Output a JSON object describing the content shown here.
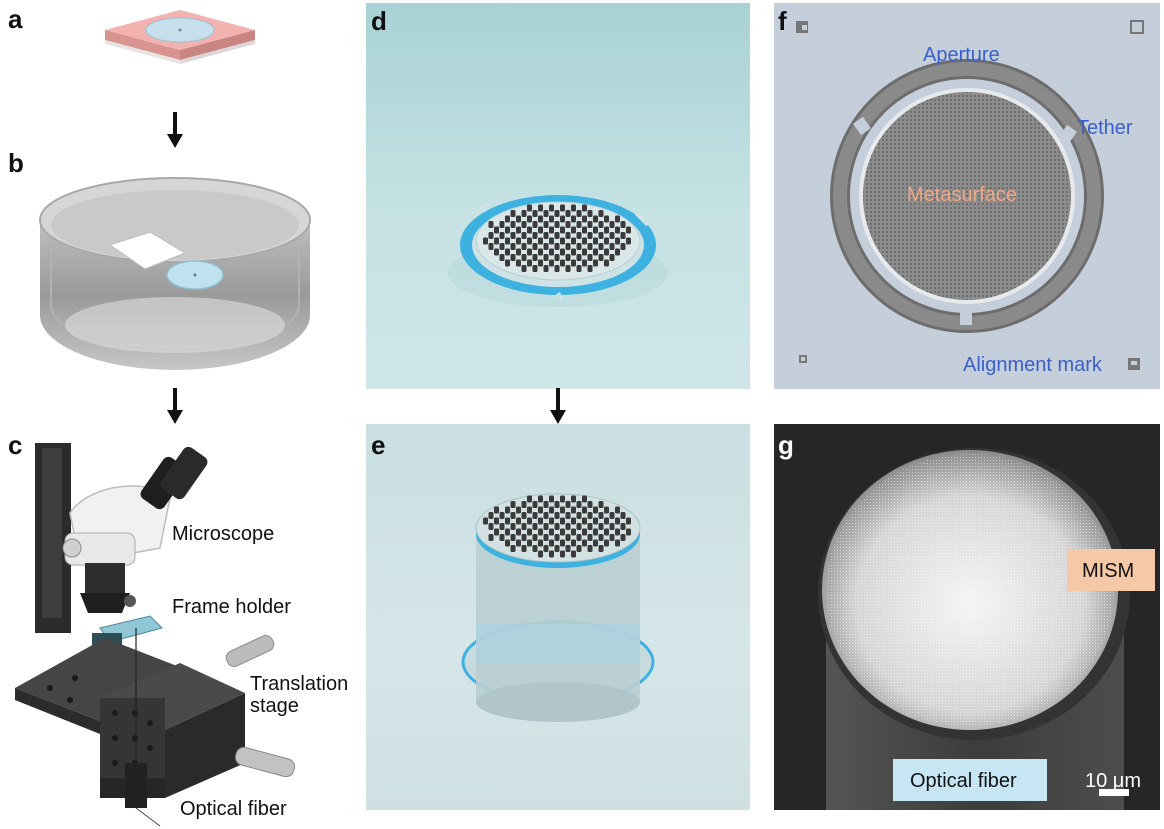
{
  "panels": {
    "a": {
      "letter": "a"
    },
    "b": {
      "letter": "b"
    },
    "c": {
      "letter": "c",
      "labels": {
        "microscope": "Microscope",
        "frame_holder": "Frame holder",
        "translation_stage": "Translation\nstage",
        "optical_fiber": "Optical fiber"
      }
    },
    "d": {
      "letter": "d"
    },
    "e": {
      "letter": "e"
    },
    "f": {
      "letter": "f",
      "labels": {
        "aperture": "Aperture",
        "tether": "Tether",
        "metasurface": "Metasurface",
        "alignment_mark": "Alignment mark"
      }
    },
    "g": {
      "letter": "g",
      "labels": {
        "mism": "MISM",
        "optical_fiber": "Optical fiber",
        "scale_bar": "10 μm"
      }
    }
  },
  "colors": {
    "metasurface_label": "#f2a884",
    "blue_label": "#3b5fc8",
    "mism_box": "#f5c8a8",
    "fiber_box": "#c5e6f2",
    "ring_blue": "#3db1e0"
  }
}
